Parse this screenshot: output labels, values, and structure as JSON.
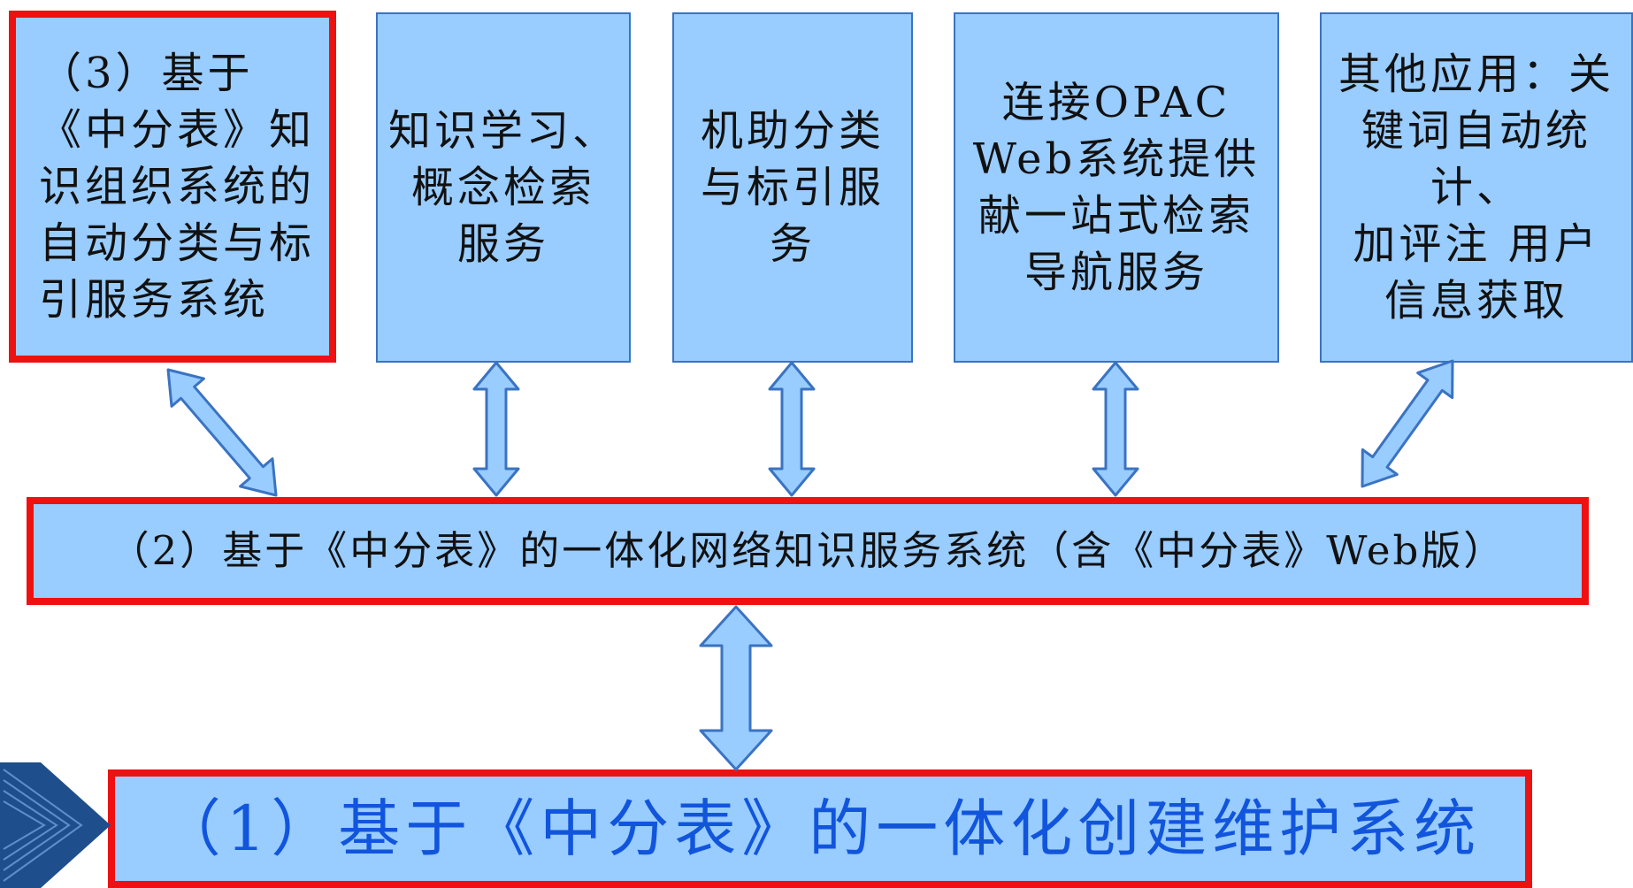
{
  "diagram": {
    "top_boxes": [
      {
        "id": "box3",
        "text": "（3）基于\n《中分表》知\n识组织系统的\n自动分类与标\n引服务系统"
      },
      {
        "id": "box-knowledge",
        "text": "知识学习、\n概念检索\n服务"
      },
      {
        "id": "box-classify",
        "text": "机助分类\n与标引服\n务"
      },
      {
        "id": "box-opac",
        "text": "连接OPAC\nWeb系统提供\n献一站式检索\n导航服务"
      },
      {
        "id": "box-other",
        "text": "其他应用：关\n键词自动统计、\n加评注 用户\n信息获取"
      }
    ],
    "middle_box": {
      "text": "（2）基于《中分表》的一体化网络知识服务系统（含《中分表》Web版）"
    },
    "bottom_box": {
      "text": "（1）基于《中分表》的一体化创建维护系统"
    }
  },
  "colors": {
    "box_fill": "#99CCFF",
    "box_border": "#3A73C2",
    "highlight_border": "#EE1111",
    "bottom_text": "#1155DD",
    "arrow_fill": "#99CCFF",
    "arrow_stroke": "#3A73C2"
  }
}
